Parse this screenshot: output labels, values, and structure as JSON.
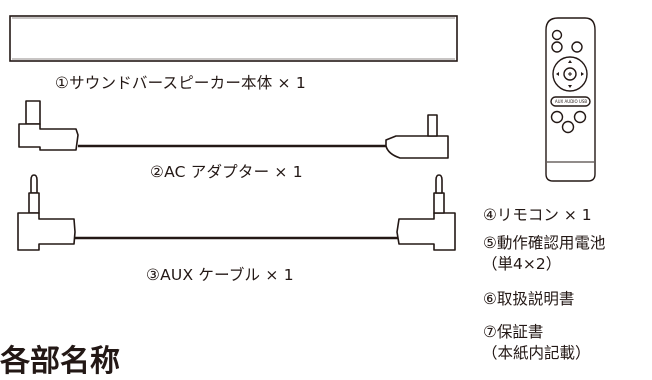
{
  "items": {
    "soundbar": "①サウンドバースピーカー本体 × 1",
    "adapter": "②AC アダプター × 1",
    "aux_cable": "③AUX ケーブル × 1"
  },
  "side_list": {
    "remote": "④リモコン × 1",
    "batteries_line1": "⑤動作確認用電池",
    "batteries_line2": "（単4×2）",
    "manual": "⑥取扱説明書",
    "warranty_line1": "⑦保証書",
    "warranty_line2": "（本紙内記載）"
  },
  "remote_labels": {
    "mode_buttons": "AUX AUDIO USB"
  },
  "section_heading": "各部名称"
}
